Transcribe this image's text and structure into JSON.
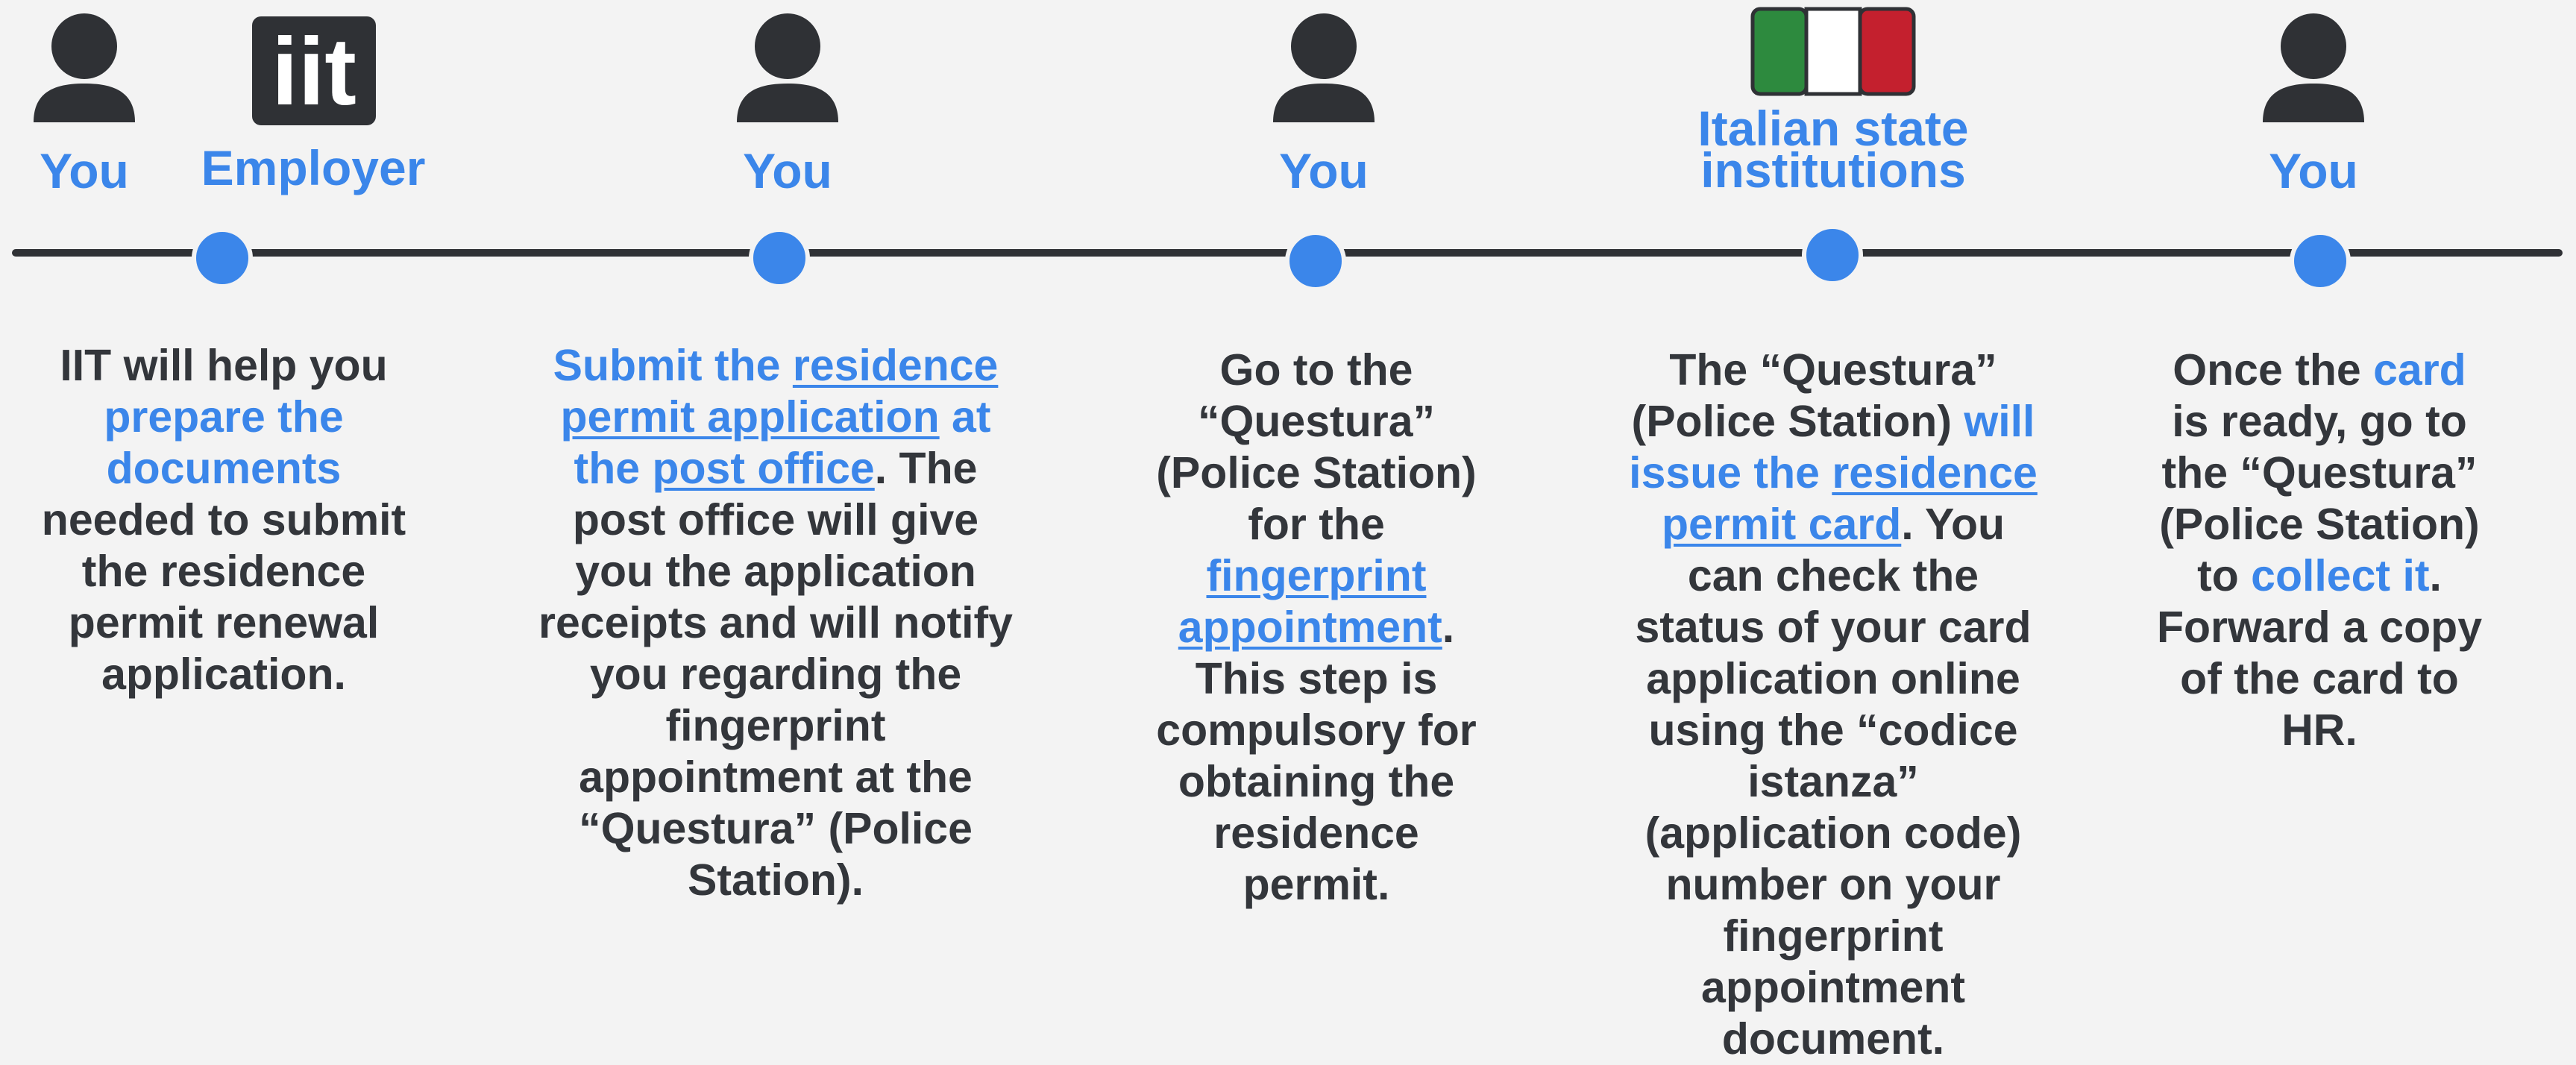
{
  "colors": {
    "accent": "#3b86ea",
    "text": "#33363b",
    "line": "#2f3135",
    "background": "#f3f3f3",
    "flag_green": "#2d8a3e",
    "flag_white": "#ffffff",
    "flag_red": "#c4202e"
  },
  "icons": {
    "person": "person-icon",
    "logo": "iit-logo",
    "flag": "italian-flag-icon"
  },
  "actors": {
    "you_1": "You",
    "employer": "Employer",
    "you_2": "You",
    "you_3": "You",
    "institutions_line1": "Italian state",
    "institutions_line2": "institutions",
    "you_4": "You"
  },
  "logo_text": "iit",
  "steps": {
    "step1": {
      "t1": "IIT will help you ",
      "t2": "prepare the documents",
      "t3": " needed to submit the residence permit renewal application."
    },
    "step2": {
      "t1": "Submit the ",
      "t2": "residence permit application",
      "t3": " at the ",
      "t4": "post office",
      "t5": ". The post office will give you the application receipts and will notify you regarding the fingerprint appointment at the “Questura” (Police Station)."
    },
    "step3": {
      "t1": "Go to the “Questura” (Police Station) for the ",
      "t2": "fingerprint appointment",
      "t3": ". This step is compulsory for obtaining the residence permit."
    },
    "step4": {
      "t1": "The “Questura” (Police Station) ",
      "t2": "will issue the ",
      "t3": "residence permit card",
      "t4": ". You can check the status of your card application online using the “codice istanza” (application code) number on your fingerprint appointment document."
    },
    "step5": {
      "t1": "Once the ",
      "t2": "card",
      "t3": " is ready, go to the “Questura” (Police Station) to ",
      "t4": "collect it",
      "t5": ". Forward a copy of the card to HR."
    }
  }
}
